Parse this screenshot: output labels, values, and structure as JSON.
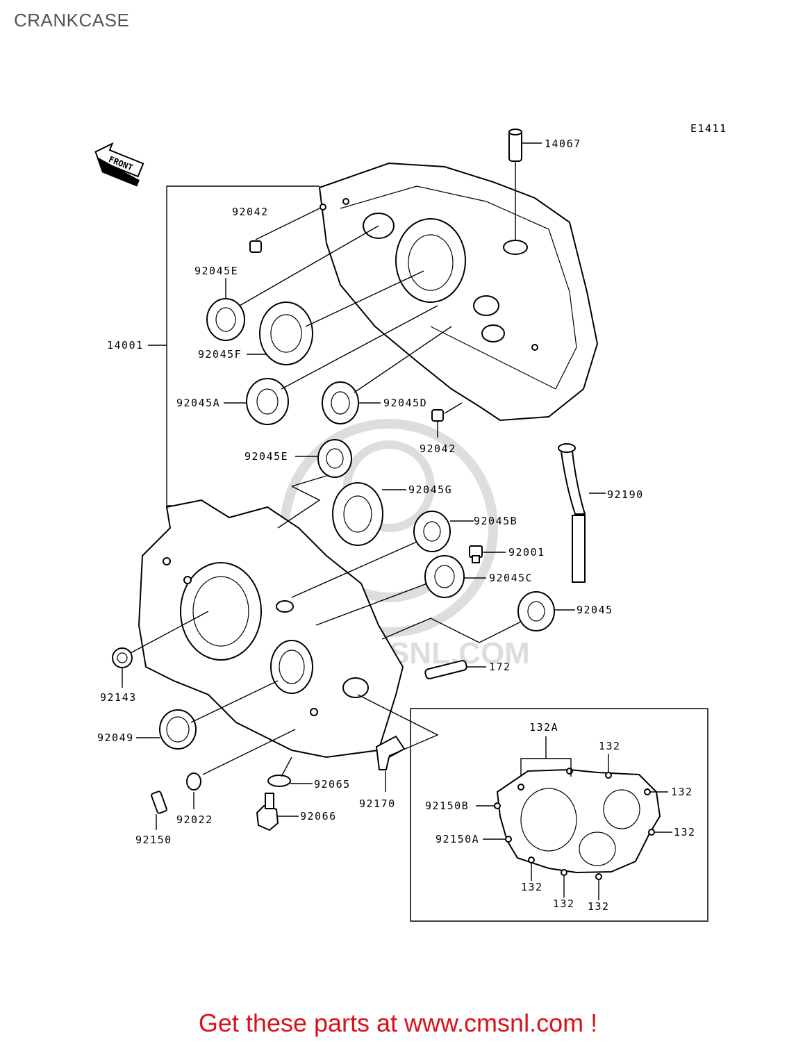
{
  "page": {
    "title": "CRANKCASE"
  },
  "diagram": {
    "code": "E1411",
    "front_arrow": "FRONT",
    "watermark": "WWW.CMSNL.COM",
    "labels": {
      "p14067": "14067",
      "p92042_top": "92042",
      "p92045E_top": "92045E",
      "p14001": "14001",
      "p92045F": "92045F",
      "p92045A": "92045A",
      "p92045D": "92045D",
      "p92042_mid": "92042",
      "p92045E_mid": "92045E",
      "p92045G": "92045G",
      "p92190": "92190",
      "p92045B": "92045B",
      "p92001": "92001",
      "p92045C": "92045C",
      "p92045": "92045",
      "p172": "172",
      "p92143": "92143",
      "p92049": "92049",
      "p92065": "92065",
      "p92170": "92170",
      "p92022": "92022",
      "p92066": "92066",
      "p92150": "92150",
      "p132A": "132A",
      "p132_a": "132",
      "p132_b": "132",
      "p132_c": "132",
      "p92150B": "92150B",
      "p92150A": "92150A",
      "p132_d": "132",
      "p132_e": "132",
      "p132_f": "132"
    }
  },
  "footer": {
    "cta": "Get these parts at www.cmsnl.com !"
  }
}
